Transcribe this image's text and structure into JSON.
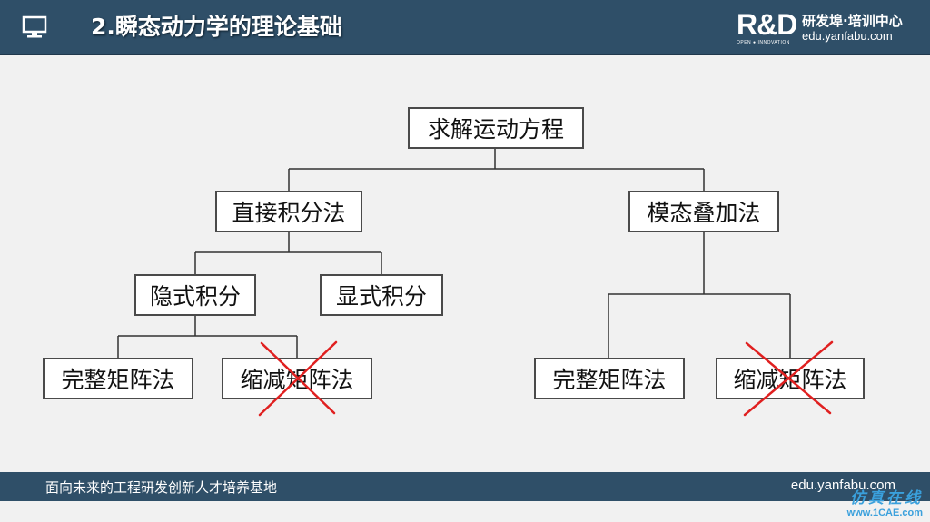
{
  "header": {
    "title": "2.瞬态动力学的理论基础",
    "icon": "monitor-icon",
    "logo": {
      "mark": "R&D",
      "name": "研发埠·培训中心",
      "url": "edu.yanfabu.com",
      "sub": "OPEN ● INNOVATION"
    }
  },
  "diagram": {
    "root": "求解运动方程",
    "direct": "直接积分法",
    "modal": "模态叠加法",
    "implicit": "隐式积分",
    "explicit": "显式积分",
    "full_left": "完整矩阵法",
    "reduced_left": "缩减矩阵法",
    "full_right": "完整矩阵法",
    "reduced_right": "缩减矩阵法"
  },
  "footer": {
    "slogan": "面向未来的工程研发创新人才培养基地",
    "url": "edu.yanfabu.com"
  },
  "corner": {
    "line1": "仿真在线",
    "line2": "www.1CAE.com"
  },
  "colors": {
    "header_bg": "#2f4f68",
    "cross": "#e02020",
    "corner": "#3aa0dc"
  }
}
